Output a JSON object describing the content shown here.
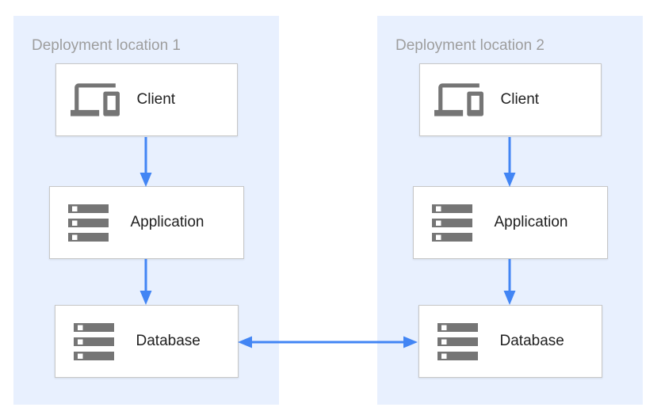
{
  "diagram": {
    "locations": [
      {
        "title": "Deployment location 1",
        "nodes": [
          {
            "label": "Client",
            "icon": "devices-icon"
          },
          {
            "label": "Application",
            "icon": "server-stack-icon"
          },
          {
            "label": "Database",
            "icon": "server-stack-icon"
          }
        ]
      },
      {
        "title": "Deployment location 2",
        "nodes": [
          {
            "label": "Client",
            "icon": "devices-icon"
          },
          {
            "label": "Application",
            "icon": "server-stack-icon"
          },
          {
            "label": "Database",
            "icon": "server-stack-icon"
          }
        ]
      }
    ],
    "connections": [
      {
        "from": "location-1 Client",
        "to": "location-1 Application",
        "direction": "down"
      },
      {
        "from": "location-1 Application",
        "to": "location-1 Database",
        "direction": "down"
      },
      {
        "from": "location-2 Client",
        "to": "location-2 Application",
        "direction": "down"
      },
      {
        "from": "location-2 Application",
        "to": "location-2 Database",
        "direction": "down"
      },
      {
        "from": "location-1 Database",
        "to": "location-2 Database",
        "direction": "bidirectional"
      }
    ]
  },
  "colors": {
    "panel_bg": "#e8f0fe",
    "arrow": "#4285f4",
    "icon_gray": "#757575",
    "box_border": "#c7c7c7",
    "box_bg": "#ffffff",
    "title_text": "#9e9e9e",
    "label_text": "#212121",
    "page_bg": "#ffffff"
  }
}
